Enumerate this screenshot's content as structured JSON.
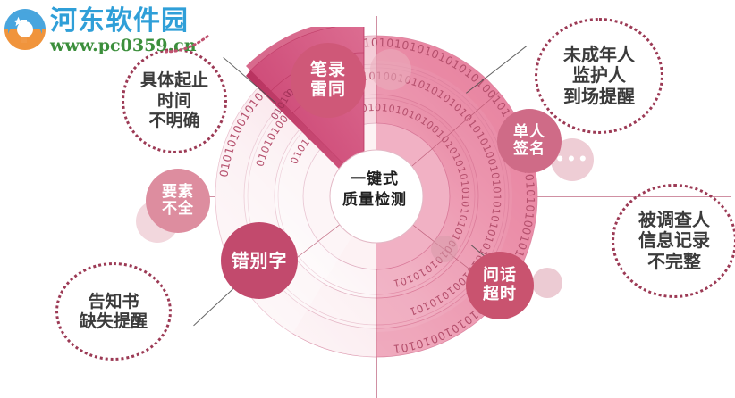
{
  "watermark": {
    "title": "河东软件园",
    "url": "www.pc0359.cn",
    "logo_icon": "circular-arrow-logo-icon",
    "title_color": "#2f9fd8",
    "url_color": "#3c8f3c"
  },
  "diagram": {
    "type": "radial-donut-infographic",
    "center": {
      "line1": "一键式",
      "line2": "质量检测"
    },
    "palette": {
      "wedge_dark": "#d1497a",
      "ring_mid": "#e88ca5",
      "ring_light": "#f7dde3",
      "ring_pale": "#fdf3f5",
      "bubble_deep": "#c24a6d",
      "bubble_mid": "#cf5878",
      "bubble_soft": "#dd8d9f",
      "dashed_border": "#9c3a55",
      "crosshair": "#c06b84",
      "binary_text": "#b34d6b"
    },
    "binary_pattern": "0101010010101010101",
    "ring_count": 4
  },
  "bubbles": [
    {
      "id": "bilu-leitong",
      "lines": [
        "笔录",
        "雷同"
      ],
      "color": "#cf5878"
    },
    {
      "id": "cuobiezi",
      "lines": [
        "错别字"
      ],
      "color": "#c24a6d"
    },
    {
      "id": "yaosu-buquan",
      "lines": [
        "要素",
        "不全"
      ],
      "color": "#dd8d9f"
    },
    {
      "id": "danren-qianming",
      "lines": [
        "单人",
        "签名"
      ],
      "color": "#cf6b87"
    },
    {
      "id": "wenhua-chaoshi",
      "lines": [
        "问话",
        "超时"
      ],
      "color": "#c9536f"
    }
  ],
  "callouts": [
    {
      "id": "juti-qizhi",
      "lines": [
        "具体起止",
        "时间",
        "不明确"
      ]
    },
    {
      "id": "weichengnian",
      "lines": [
        "未成年人",
        "监护人",
        "到场提醒"
      ]
    },
    {
      "id": "beidiaocharen",
      "lines": [
        "被调查人",
        "信息记录",
        "不完整"
      ]
    },
    {
      "id": "gaozhishu",
      "lines": [
        "告知书",
        "缺失提醒"
      ]
    }
  ],
  "misc": {
    "ellipsis": "•••"
  }
}
